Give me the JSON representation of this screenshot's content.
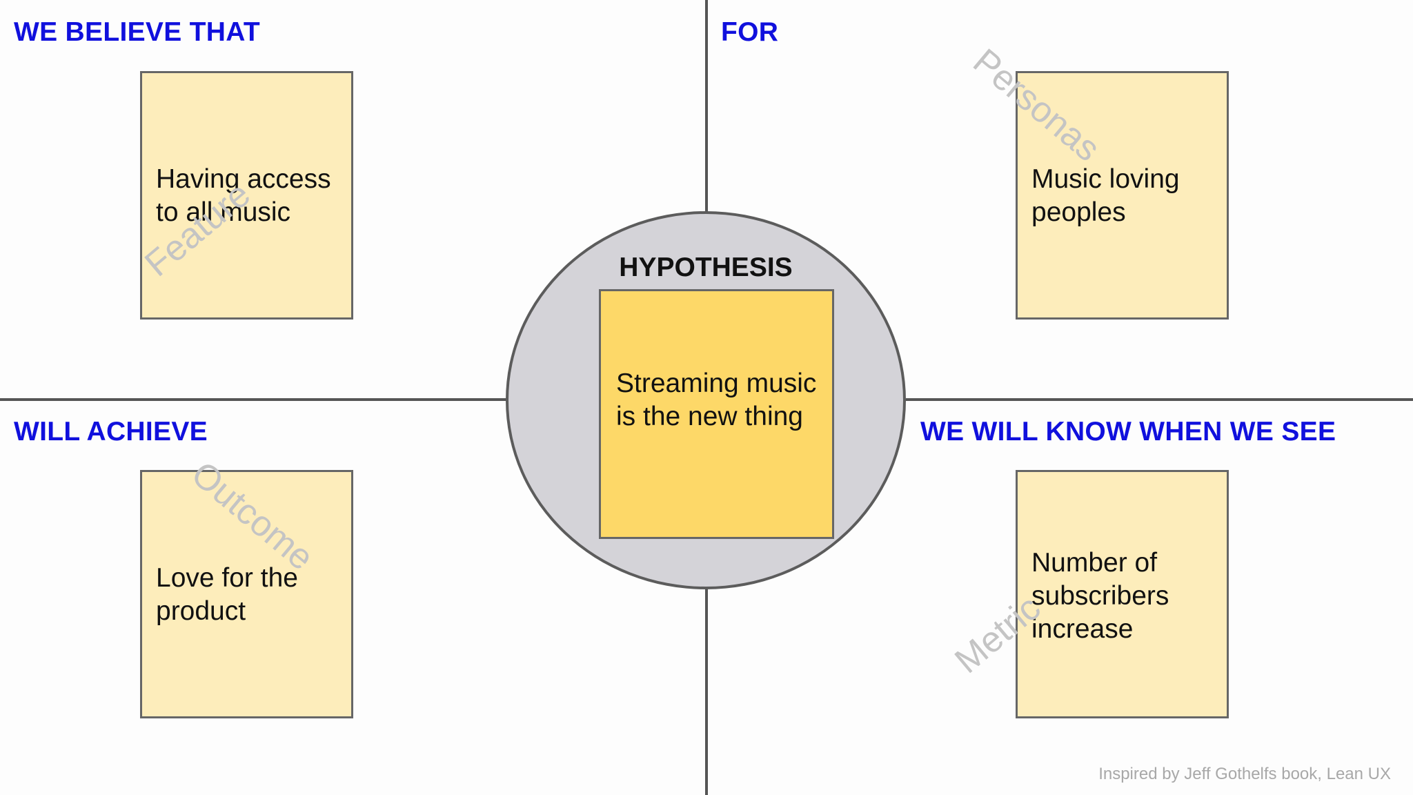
{
  "quadrants": {
    "believe": {
      "heading": "WE BELIEVE THAT",
      "watermark": "Feature",
      "note": "Having access to all music"
    },
    "for": {
      "heading": "FOR",
      "watermark": "Personas",
      "note": "Music loving peoples"
    },
    "achieve": {
      "heading": "WILL ACHIEVE",
      "watermark": "Outcome",
      "note": "Love for the product"
    },
    "know": {
      "heading": "WE WILL KNOW WHEN WE SEE",
      "watermark": "Metric",
      "note": "Number of subscribers increase"
    }
  },
  "hypothesis": {
    "title": "HYPOTHESIS",
    "note": "Streaming music is the new thing"
  },
  "credit": "Inspired by Jeff Gothelfs book, Lean UX",
  "colors": {
    "heading": "#1010dd",
    "note": "#fdedbb",
    "hypothesis_note": "#fdd868",
    "circle": "#d4d3d8",
    "divider": "#555555",
    "watermark": "#c4c4c4"
  }
}
